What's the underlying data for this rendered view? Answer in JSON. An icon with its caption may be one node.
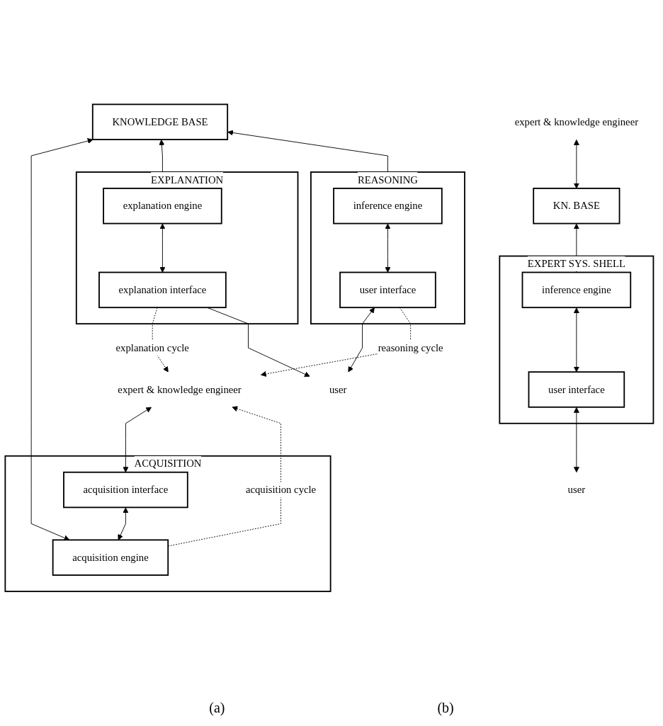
{
  "diagram": {
    "nodes": [
      {
        "text": [
          "expert & knowledge engineer"
        ]
      },
      {
        "text": [
          "KN. BASE"
        ]
      },
      {
        "text": [
          "EXPERT SYS. SHELL"
        ]
      },
      {
        "text": [
          "inference engine"
        ],
        "in": 2
      },
      {
        "text": [
          "user interface"
        ],
        "in": 2
      },
      {
        "text": [
          "user"
        ]
      },
      {
        "text": [
          "expert & knowledge engineer"
        ]
      },
      {
        "text": [
          "KNOWLEDGE BASE"
        ]
      },
      {
        "text": [
          "ACQUISITION"
        ]
      },
      {
        "text": [
          "acquisition interface"
        ],
        "in": 8
      },
      {
        "text": [
          "acquisition engine"
        ],
        "in": 8
      },
      {
        "text": [
          "EXPLANATION"
        ]
      },
      {
        "text": [
          "explanation engine"
        ],
        "in": 11
      },
      {
        "text": [
          "explanation interface"
        ],
        "in": 11
      },
      {
        "text": [
          "REASONING"
        ]
      },
      {
        "text": [
          "inference engine"
        ],
        "in": 14
      },
      {
        "text": [
          "user interface"
        ],
        "in": 14
      },
      {
        "text": [
          "user"
        ]
      }
    ],
    "edges": [
      {
        "from": 0,
        "to": 1,
        "arrow": "both"
      },
      {
        "from": 1,
        "to": 3,
        "arrow": "both"
      },
      {
        "from": 3,
        "to": 4,
        "arrow": "both"
      },
      {
        "from": 4,
        "to": 5,
        "arrow": "both"
      },
      {
        "from": 6,
        "to": 9,
        "arrow": "both"
      },
      {
        "from": 9,
        "to": 10,
        "arrow": "both"
      },
      {
        "from": 7,
        "to": 10,
        "arrow": "both"
      },
      {
        "from": 7,
        "to": 12,
        "arrow": "both"
      },
      {
        "from": 12,
        "to": 13,
        "arrow": "both"
      },
      {
        "from": 7,
        "to": 15,
        "arrow": "both"
      },
      {
        "from": 15,
        "to": 16,
        "arrow": "both"
      },
      {
        "from": 16,
        "to": 17,
        "arrow": "both"
      },
      {
        "from": 10,
        "to": 6,
        "arrow": "to",
        "style": "dashed",
        "label": "acquisition cycle"
      },
      {
        "from": 13,
        "to": 6,
        "arrow": "to",
        "style": "dashed",
        "label": "explanation cycle"
      },
      {
        "from": 16,
        "to": 6,
        "arrow": "to",
        "style": "dashed",
        "label": "reasoning cycle"
      },
      {
        "from": 13,
        "to": 17,
        "arrow": "to"
      }
    ],
    "labels": [
      "(a)",
      "(b)"
    ]
  }
}
